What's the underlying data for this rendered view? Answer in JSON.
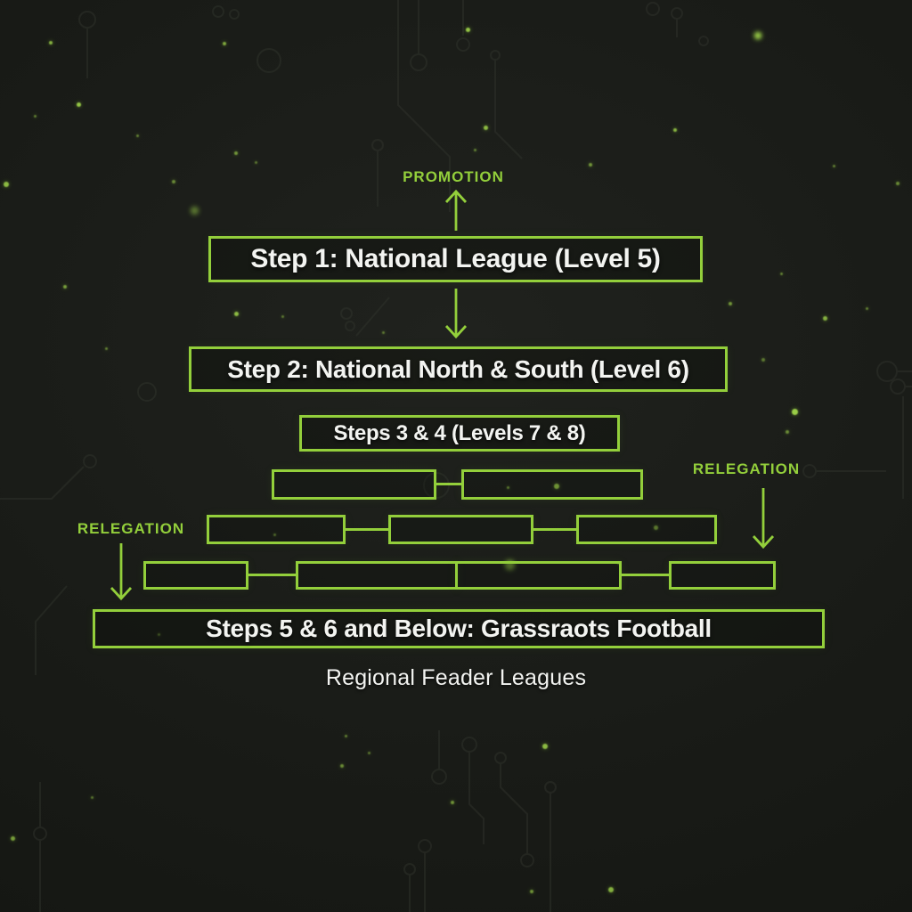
{
  "colors": {
    "accent_green": "#93cf3b",
    "text_white": "#f3f4f1",
    "background_dark": "#191b17"
  },
  "flow": {
    "promotion_label": "PROMOTION",
    "relegation_left_label": "RELEGATION",
    "relegation_right_label": "RELEGATION"
  },
  "levels": [
    {
      "label": "Step 1: National League (Level 5)"
    },
    {
      "label": "Step 2: National North & South (Level 6)"
    },
    {
      "label": "Steps 3 & 4 (Levels 7 & 8)"
    },
    {
      "label": "Steps 5 & 6 and Below: Grassraots Football"
    }
  ],
  "pyramid": {
    "rows": [
      {
        "boxes": 2
      },
      {
        "boxes": 3
      },
      {
        "boxes": 4
      }
    ]
  },
  "footer": {
    "caption": "Regional Feader Leagues"
  },
  "background": {
    "particles": [
      [
        57,
        48,
        4,
        0.75
      ],
      [
        88,
        117,
        5,
        0.85
      ],
      [
        39,
        130,
        3,
        0.5
      ],
      [
        252,
        49,
        4,
        0.7
      ],
      [
        154,
        152,
        3,
        0.5
      ],
      [
        195,
        204,
        4,
        0.55
      ],
      [
        7,
        207,
        6,
        0.8
      ],
      [
        218,
        236,
        9,
        0.45
      ],
      [
        265,
        172,
        4,
        0.6
      ],
      [
        287,
        182,
        3,
        0.45
      ],
      [
        525,
        33,
        5,
        0.85
      ],
      [
        545,
        143,
        5,
        0.8
      ],
      [
        533,
        168,
        3,
        0.5
      ],
      [
        663,
        185,
        4,
        0.6
      ],
      [
        851,
        40,
        8,
        0.95
      ],
      [
        758,
        146,
        4,
        0.75
      ],
      [
        936,
        186,
        3,
        0.5
      ],
      [
        1008,
        206,
        4,
        0.55
      ],
      [
        820,
        341,
        4,
        0.6
      ],
      [
        973,
        346,
        3,
        0.5
      ],
      [
        926,
        357,
        5,
        0.75
      ],
      [
        877,
        307,
        3,
        0.5
      ],
      [
        857,
        404,
        4,
        0.45
      ],
      [
        892,
        462,
        7,
        0.9
      ],
      [
        884,
        485,
        4,
        0.55
      ],
      [
        73,
        322,
        4,
        0.65
      ],
      [
        119,
        391,
        3,
        0.5
      ],
      [
        265,
        352,
        5,
        0.8
      ],
      [
        317,
        355,
        3,
        0.45
      ],
      [
        430,
        373,
        3,
        0.45
      ],
      [
        570,
        547,
        3,
        0.65
      ],
      [
        625,
        546,
        6,
        0.85
      ],
      [
        736,
        592,
        5,
        0.65
      ],
      [
        308,
        600,
        3,
        0.55
      ],
      [
        572,
        634,
        11,
        0.55
      ],
      [
        694,
        632,
        3,
        0.45
      ],
      [
        178,
        712,
        3,
        0.45
      ],
      [
        612,
        838,
        6,
        0.8
      ],
      [
        384,
        860,
        4,
        0.55
      ],
      [
        414,
        845,
        3,
        0.45
      ],
      [
        508,
        901,
        4,
        0.6
      ],
      [
        686,
        999,
        6,
        0.75
      ],
      [
        597,
        1001,
        4,
        0.6
      ],
      [
        388,
        826,
        3,
        0.5
      ],
      [
        14,
        941,
        5,
        0.65
      ],
      [
        103,
        895,
        3,
        0.45
      ]
    ]
  }
}
